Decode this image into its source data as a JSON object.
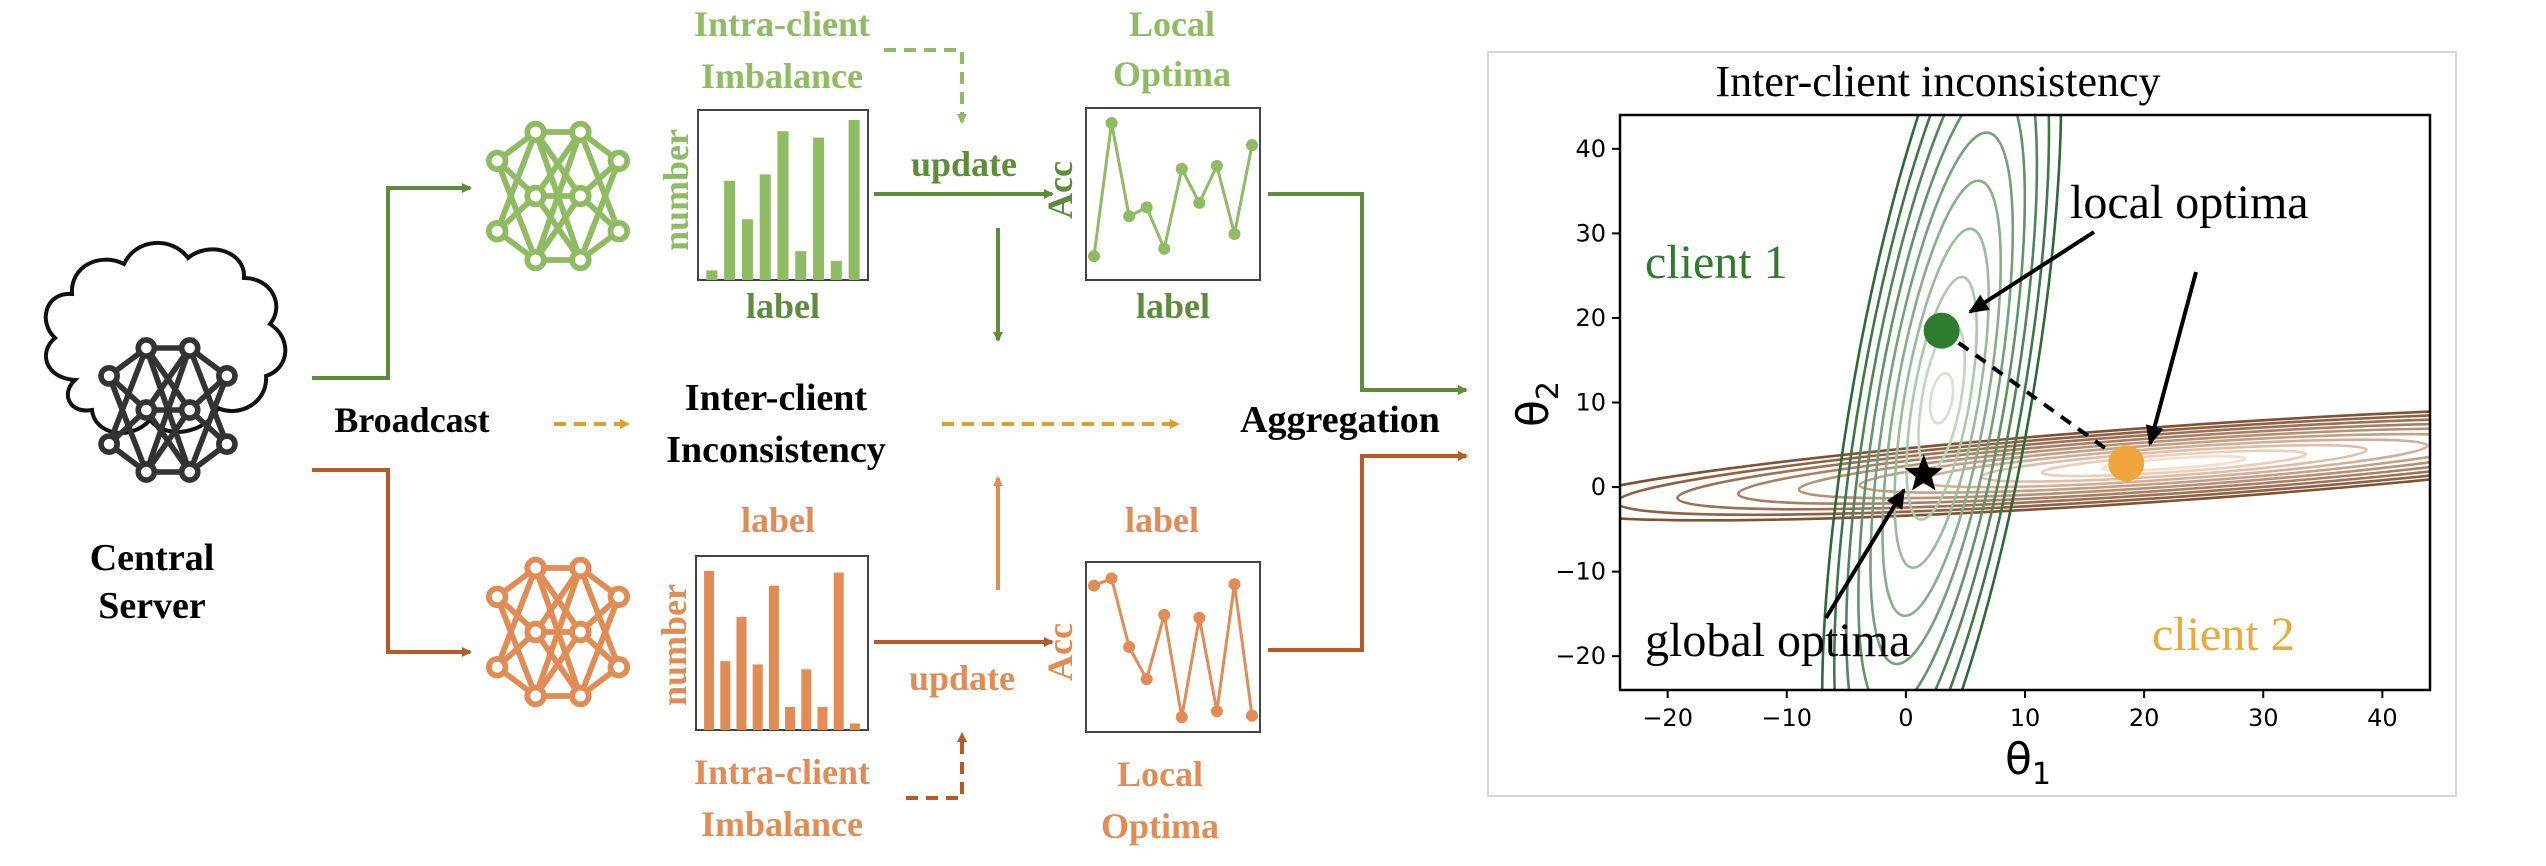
{
  "colors": {
    "green": "#5e8c3a",
    "green_light": "#8fbb62",
    "orange_dark": "#b85a25",
    "orange": "#e18c54",
    "orange_light": "#eba071",
    "gold": "#d9a030",
    "client1_text": "#2f7a2f",
    "client2_text": "#eba83b",
    "local_opt_point": "#2e7d2e",
    "client2_opt_point": "#f0a53a",
    "black": "#000000"
  },
  "diagram": {
    "server": {
      "line1": "Central",
      "line2": "Server"
    },
    "broadcast": "Broadcast",
    "aggregation": "Aggregation",
    "inter_client": {
      "line1": "Inter-client",
      "line2": "Inconsistency"
    },
    "top": {
      "imbalance": {
        "line1": "Intra-client",
        "line2": "Imbalance"
      },
      "optima": {
        "line1": "Local",
        "line2": "Optima"
      },
      "update": "update",
      "bar_ylabel": "number",
      "bar_xlabel": "label",
      "acc_ylabel": "Acc",
      "acc_xlabel": "label",
      "bars": [
        0.06,
        0.62,
        0.38,
        0.66,
        0.93,
        0.18,
        0.89,
        0.12,
        1.0
      ],
      "acc": [
        0.08,
        0.98,
        0.35,
        0.41,
        0.13,
        0.67,
        0.44,
        0.69,
        0.23,
        0.83
      ]
    },
    "bottom": {
      "imbalance": {
        "line1": "Intra-client",
        "line2": "Imbalance"
      },
      "optima": {
        "line1": "Local",
        "line2": "Optima"
      },
      "update": "update",
      "bar_ylabel": "number",
      "bar_xlabel": "label",
      "acc_ylabel": "Acc",
      "acc_xlabel": "label",
      "bars": [
        0.97,
        0.42,
        0.69,
        0.4,
        0.88,
        0.14,
        0.37,
        0.14,
        0.96,
        0.04
      ],
      "acc": [
        0.92,
        0.97,
        0.5,
        0.28,
        0.72,
        0.02,
        0.7,
        0.06,
        0.93,
        0.03
      ]
    }
  },
  "plot": {
    "title": "Inter-client inconsistency",
    "xlabel_symbol": "θ",
    "xlabel_sub": "1",
    "ylabel_symbol": "θ",
    "ylabel_sub": "2",
    "xticks": [
      -20,
      -10,
      0,
      10,
      20,
      30,
      40
    ],
    "yticks": [
      -20,
      -10,
      0,
      10,
      20,
      30,
      40
    ],
    "xlim": [
      -24,
      44
    ],
    "ylim": [
      -24,
      44
    ],
    "client1_label": "client 1",
    "client2_label": "client 2",
    "local_optima_label": "local optima",
    "global_optima_label": "global optima",
    "client1_optimum": {
      "x": 3,
      "y": 18.5
    },
    "client2_optimum": {
      "x": 18.5,
      "y": 2.8
    },
    "global_optimum": {
      "x": 1.5,
      "y": 1.5
    }
  }
}
